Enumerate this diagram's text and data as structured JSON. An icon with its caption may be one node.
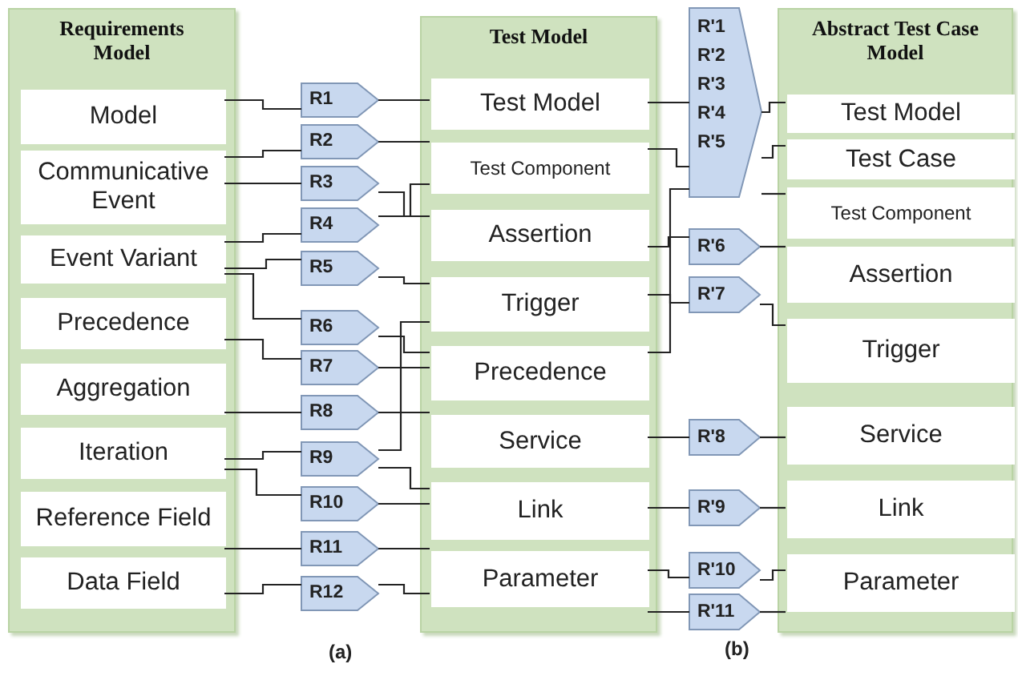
{
  "diagram": {
    "nodes": [
      {
        "text": [
          "Requirements Model"
        ]
      },
      {
        "text": [
          "Model"
        ],
        "in": 0
      },
      {
        "text": [
          "Communicative Event"
        ],
        "in": 0
      },
      {
        "text": [
          "Event Variant"
        ],
        "in": 0
      },
      {
        "text": [
          "Precedence"
        ],
        "in": 0
      },
      {
        "text": [
          "Aggregation"
        ],
        "in": 0
      },
      {
        "text": [
          "Iteration"
        ],
        "in": 0
      },
      {
        "text": [
          "Reference Field"
        ],
        "in": 0
      },
      {
        "text": [
          "Data Field"
        ],
        "in": 0
      },
      {
        "text": [
          "Test Model"
        ]
      },
      {
        "text": [
          "Test Model"
        ],
        "in": 9
      },
      {
        "text": [
          "Test Component"
        ],
        "in": 9
      },
      {
        "text": [
          "Assertion"
        ],
        "in": 9
      },
      {
        "text": [
          "Trigger"
        ],
        "in": 9
      },
      {
        "text": [
          "Precedence"
        ],
        "in": 9
      },
      {
        "text": [
          "Service"
        ],
        "in": 9
      },
      {
        "text": [
          "Link"
        ],
        "in": 9
      },
      {
        "text": [
          "Parameter"
        ],
        "in": 9
      },
      {
        "text": [
          "Abstract Test Case Model"
        ]
      },
      {
        "text": [
          "Test Model"
        ],
        "in": 18
      },
      {
        "text": [
          "Test Case"
        ],
        "in": 18
      },
      {
        "text": [
          "Test Component"
        ],
        "in": 18
      },
      {
        "text": [
          "Assertion"
        ],
        "in": 18
      },
      {
        "text": [
          "Trigger"
        ],
        "in": 18
      },
      {
        "text": [
          "Service"
        ],
        "in": 18
      },
      {
        "text": [
          "Link"
        ],
        "in": 18
      },
      {
        "text": [
          "Parameter"
        ],
        "in": 18
      },
      {
        "text": [
          "R1"
        ]
      },
      {
        "text": [
          "R2"
        ]
      },
      {
        "text": [
          "R3"
        ]
      },
      {
        "text": [
          "R4"
        ]
      },
      {
        "text": [
          "R5"
        ]
      },
      {
        "text": [
          "R6"
        ]
      },
      {
        "text": [
          "R7"
        ]
      },
      {
        "text": [
          "R8"
        ]
      },
      {
        "text": [
          "R9"
        ]
      },
      {
        "text": [
          "R10"
        ]
      },
      {
        "text": [
          "R11"
        ]
      },
      {
        "text": [
          "R12"
        ]
      },
      {
        "text": [
          "R'1",
          "R'2",
          "R'3",
          "R'4",
          "R'5"
        ]
      },
      {
        "text": [
          "R'6"
        ]
      },
      {
        "text": [
          "R'7"
        ]
      },
      {
        "text": [
          "R'8"
        ]
      },
      {
        "text": [
          "R'9"
        ]
      },
      {
        "text": [
          "R'10"
        ]
      },
      {
        "text": [
          "R'11"
        ]
      }
    ],
    "edges": [
      {
        "from": 1,
        "to": 27,
        "arrow": "none"
      },
      {
        "from": 27,
        "to": 10,
        "arrow": "none"
      },
      {
        "from": 2,
        "to": 28,
        "arrow": "none"
      },
      {
        "from": 28,
        "to": 11,
        "arrow": "none"
      },
      {
        "from": 2,
        "to": 29,
        "arrow": "none"
      },
      {
        "from": 29,
        "to": 12,
        "arrow": "none"
      },
      {
        "from": 3,
        "to": 30,
        "arrow": "none"
      },
      {
        "from": 30,
        "to": 11,
        "arrow": "none"
      },
      {
        "from": 3,
        "to": 31,
        "arrow": "none"
      },
      {
        "from": 31,
        "to": 13,
        "arrow": "none"
      },
      {
        "from": 3,
        "to": 32,
        "arrow": "none"
      },
      {
        "from": 32,
        "to": 14,
        "arrow": "none"
      },
      {
        "from": 4,
        "to": 33,
        "arrow": "none"
      },
      {
        "from": 33,
        "to": 14,
        "arrow": "none"
      },
      {
        "from": 5,
        "to": 34,
        "arrow": "none"
      },
      {
        "from": 34,
        "to": 15,
        "arrow": "none"
      },
      {
        "from": 6,
        "to": 35,
        "arrow": "none"
      },
      {
        "from": 35,
        "to": 13,
        "arrow": "none"
      },
      {
        "from": 35,
        "to": 16,
        "arrow": "none"
      },
      {
        "from": 6,
        "to": 36,
        "arrow": "none"
      },
      {
        "from": 36,
        "to": 16,
        "arrow": "none"
      },
      {
        "from": 7,
        "to": 37,
        "arrow": "none"
      },
      {
        "from": 37,
        "to": 17,
        "arrow": "none"
      },
      {
        "from": 8,
        "to": 38,
        "arrow": "none"
      },
      {
        "from": 38,
        "to": 17,
        "arrow": "none"
      },
      {
        "from": 10,
        "to": 39,
        "arrow": "none"
      },
      {
        "from": 11,
        "to": 39,
        "arrow": "none"
      },
      {
        "from": 14,
        "to": 39,
        "arrow": "none"
      },
      {
        "from": 39,
        "to": 19,
        "arrow": "none"
      },
      {
        "from": 39,
        "to": 20,
        "arrow": "none"
      },
      {
        "from": 39,
        "to": 21,
        "arrow": "none"
      },
      {
        "from": 12,
        "to": 40,
        "arrow": "none"
      },
      {
        "from": 40,
        "to": 22,
        "arrow": "none"
      },
      {
        "from": 13,
        "to": 41,
        "arrow": "none"
      },
      {
        "from": 41,
        "to": 23,
        "arrow": "none"
      },
      {
        "from": 15,
        "to": 42,
        "arrow": "none"
      },
      {
        "from": 42,
        "to": 24,
        "arrow": "none"
      },
      {
        "from": 16,
        "to": 43,
        "arrow": "none"
      },
      {
        "from": 43,
        "to": 25,
        "arrow": "none"
      },
      {
        "from": 17,
        "to": 44,
        "arrow": "none"
      },
      {
        "from": 44,
        "to": 26,
        "arrow": "none"
      },
      {
        "from": 17,
        "to": 45,
        "arrow": "none"
      },
      {
        "from": 45,
        "to": 26,
        "arrow": "none"
      }
    ],
    "labels": [
      "(a)",
      "(b)"
    ]
  }
}
